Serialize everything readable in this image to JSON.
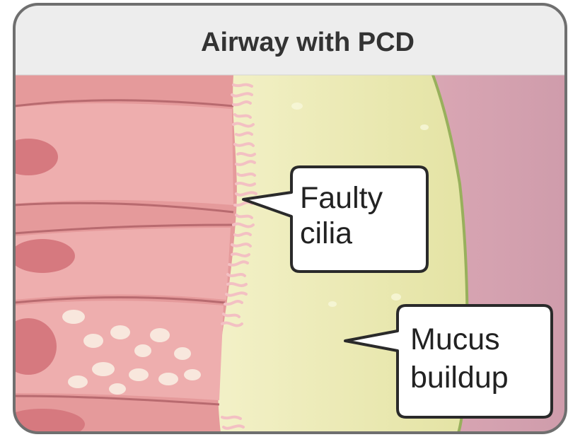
{
  "title": "Airway with PCD",
  "callouts": {
    "faulty_cilia": {
      "line1": "Faulty",
      "line2": "cilia"
    },
    "mucus_buildup": {
      "line1": "Mucus",
      "line2": "buildup"
    }
  },
  "colors": {
    "frame_border": "#6f6f6f",
    "header_background": "#ededed",
    "epithelium": "#e59a9b",
    "epithelium_light": "#f0b5b4",
    "mucus": "#ecebb5",
    "mucus_edge": "#98b05c",
    "airway_lumen": "#d8a6b4",
    "cilia": "#f3c0c3"
  }
}
